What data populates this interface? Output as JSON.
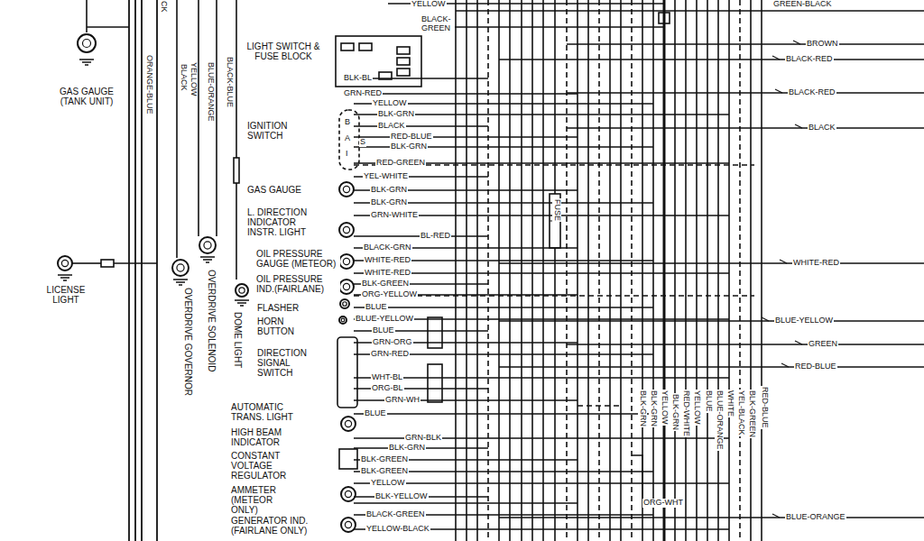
{
  "diagram": {
    "labels": [
      "CK",
      "ORANGE-BLUE",
      "BLACK",
      "YELLOW",
      "BLUE-ORANGE",
      "BLACK-BLUE",
      "GAS GAUGE (TANK UNIT)",
      "LICENSE LIGHT",
      "OVERDRIVE GOVERNOR",
      "OVERDRIVE SOLENOID",
      "DOME LIGHT",
      "YELLOW",
      "BLACK-GREEN",
      "GREEN-BLACK",
      "LIGHT SWITCH & FUSE BLOCK",
      "BLK-BL",
      "GRN-RED",
      "BROWN",
      "BLACK-RED",
      "BLACK-RED",
      "IGNITION SWITCH",
      "YELLOW",
      "BLK-GRN",
      "B",
      "A",
      "S",
      "I",
      "BLACK",
      "RED-BLUE",
      "BLK-GRN",
      "RED-GREEN",
      "BLACK",
      "GAS GAUGE",
      "YEL-WHITE",
      "BLK-GRN",
      "BLK-GRN",
      "L. DIRECTION INDICATOR INSTR. LIGHT",
      "GRN-WHITE",
      "BL-RED",
      "FUSE",
      "OIL PRESSURE GAUGE (METEOR)",
      "BLACK-GRN",
      "WHITE-RED",
      "WHITE-RED",
      "WHITE-RED",
      "OIL PRESSURE IND.(FAIRLANE)",
      "BLK-GREEN",
      "ORG-YELLOW",
      "FLASHER",
      "BLUE",
      "HORN BUTTON",
      "BLUE-YELLOW",
      "BLUE-YELLOW",
      "BLUE",
      "GRN-ORG",
      "GREEN",
      "DIRECTION SIGNAL SWITCH",
      "GRN-RED",
      "RED-BLUE",
      "WHT-BL",
      "ORG-BL",
      "GRN-WH",
      "BLK-GRN",
      "BLK-GRN",
      "YELLOW",
      "BLK-GRN",
      "RED-WHITE",
      "YELLOW",
      "BLUE",
      "BLUE-ORANGE",
      "WHITE",
      "YEL-BLACK",
      "BLK-GREEN",
      "RED-BLUE",
      "AUTOMATIC TRANS. LIGHT",
      "BLUE",
      "HIGH BEAM INDICATOR",
      "GRN-BLK",
      "BLK-GRN",
      "CONSTANT VOLTAGE REGULATOR",
      "BLK-GREEN",
      "BLK-GREEN",
      "AMMETER (METEOR ONLY)",
      "YELLOW",
      "BLK-YELLOW",
      "ORG-WHT",
      "BLUE-ORANGE",
      "GENERATOR IND. (FAIRLANE ONLY)",
      "BLACK-GREEN",
      "YELLOW-BLACK"
    ]
  }
}
